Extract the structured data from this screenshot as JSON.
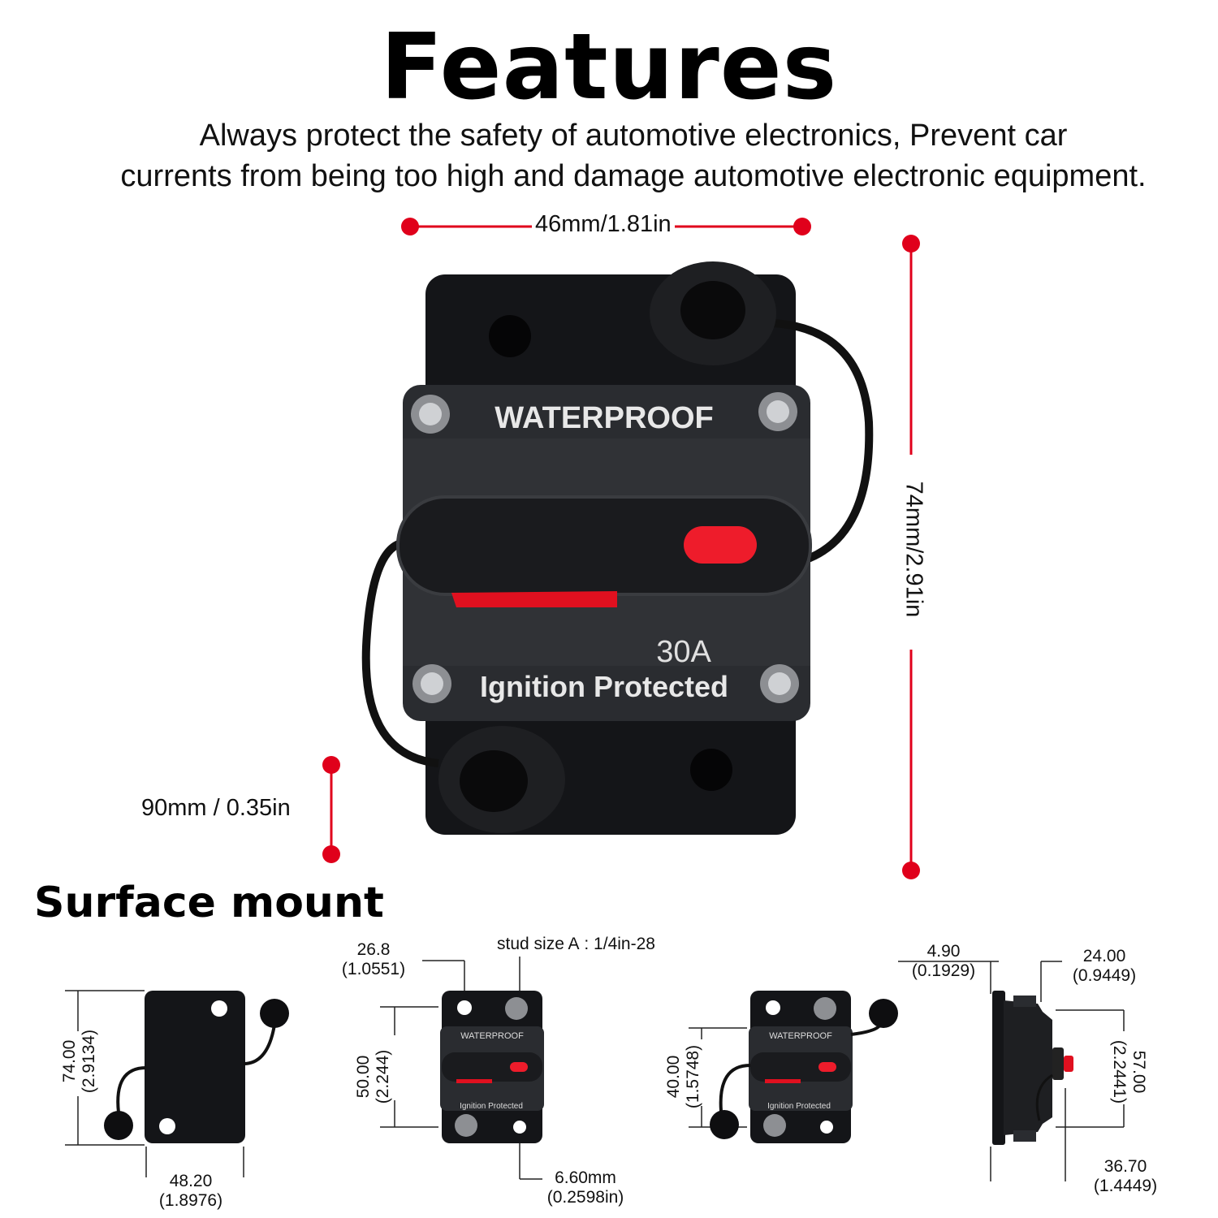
{
  "header": {
    "title": "Features",
    "subtitle_line1": "Always protect the safety of automotive electronics, Prevent car",
    "subtitle_line2": "currents from being too high and damage automotive electronic equipment."
  },
  "product": {
    "label_top": "WATERPROOF",
    "rating": "30A",
    "label_bottom": "Ignition Protected",
    "width_dim": "46mm/1.81in",
    "height_dim": "74mm/2.91in",
    "thickness_dim": "90mm / 0.35in"
  },
  "surface": {
    "title": "Surface mount",
    "view1": {
      "height": "74.00",
      "height_in": "(2.9134)",
      "width": "48.20",
      "width_in": "(1.8976)"
    },
    "view2": {
      "offset": "26.8",
      "offset_in": "(1.0551)",
      "stud": "stud size A : 1/4in-28",
      "height": "50.00",
      "height_in": "(2.244)",
      "hole": "6.60mm",
      "hole_in": "(0.2598in)",
      "label_top": "WATERPROOF",
      "label_bottom": "Ignition Protected"
    },
    "view3": {
      "height": "40.00",
      "height_in": "(1.5748)",
      "label_top": "WATERPROOF",
      "label_bottom": "Ignition Protected"
    },
    "view4": {
      "a": "4.90",
      "a_in": "(0.1929)",
      "b": "24.00",
      "b_in": "(0.9449)",
      "c": "57.00",
      "c_in": "(2.2441)",
      "d": "36.70",
      "d_in": "(1.4449)"
    }
  },
  "colors": {
    "accent_red": "#e0001b",
    "device_dark": "#1c1d20",
    "device_mid": "#2d2f33"
  }
}
